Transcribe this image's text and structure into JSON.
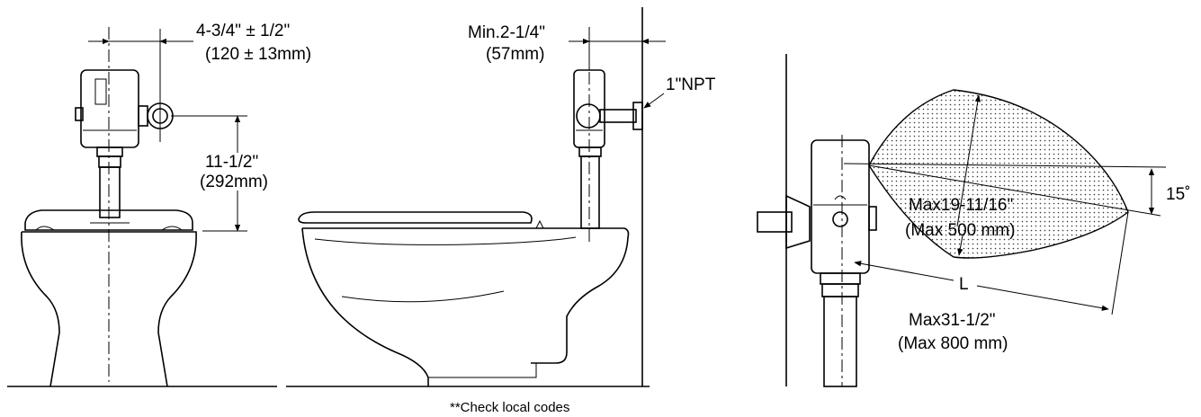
{
  "front_view": {
    "offset_dim": "4-3/4\" ± 1/2\"",
    "offset_dim_mm": "(120 ± 13mm)",
    "height_dim": "11-1/2\"",
    "height_dim_mm": "(292mm)"
  },
  "side_view": {
    "wall_dim": "Min.2-1/4\"",
    "wall_dim_mm": "(57mm)",
    "pipe_label": "1\"NPT"
  },
  "sensor_view": {
    "angle_label": "15˚",
    "range_short": "Max19-11/16\"",
    "range_short_mm": "(Max 500 mm)",
    "length_symbol": "L",
    "range_long": "Max31-1/2\"",
    "range_long_mm": "(Max 800 mm)"
  },
  "footnote": "**Check local codes"
}
